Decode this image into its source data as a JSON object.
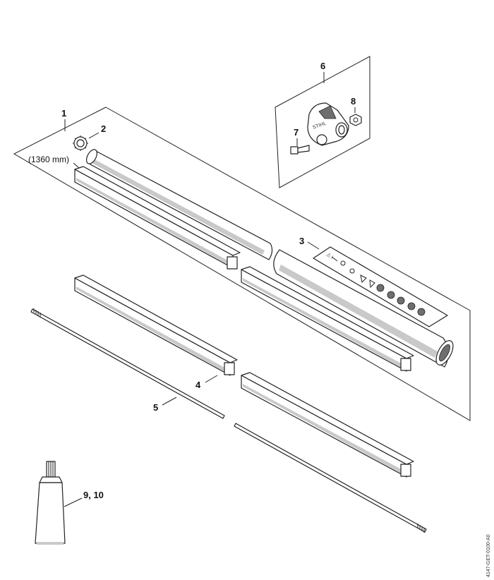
{
  "labels": {
    "shaft": "1",
    "star_washer": "2",
    "label_sticker": "3",
    "liner": "4",
    "drive_shaft": "5",
    "clamp": "6",
    "screw": "7",
    "nut": "8",
    "grease_tube": "9, 10"
  },
  "dimension": "(1360 mm)",
  "code": "4147-GET-0100-A0"
}
